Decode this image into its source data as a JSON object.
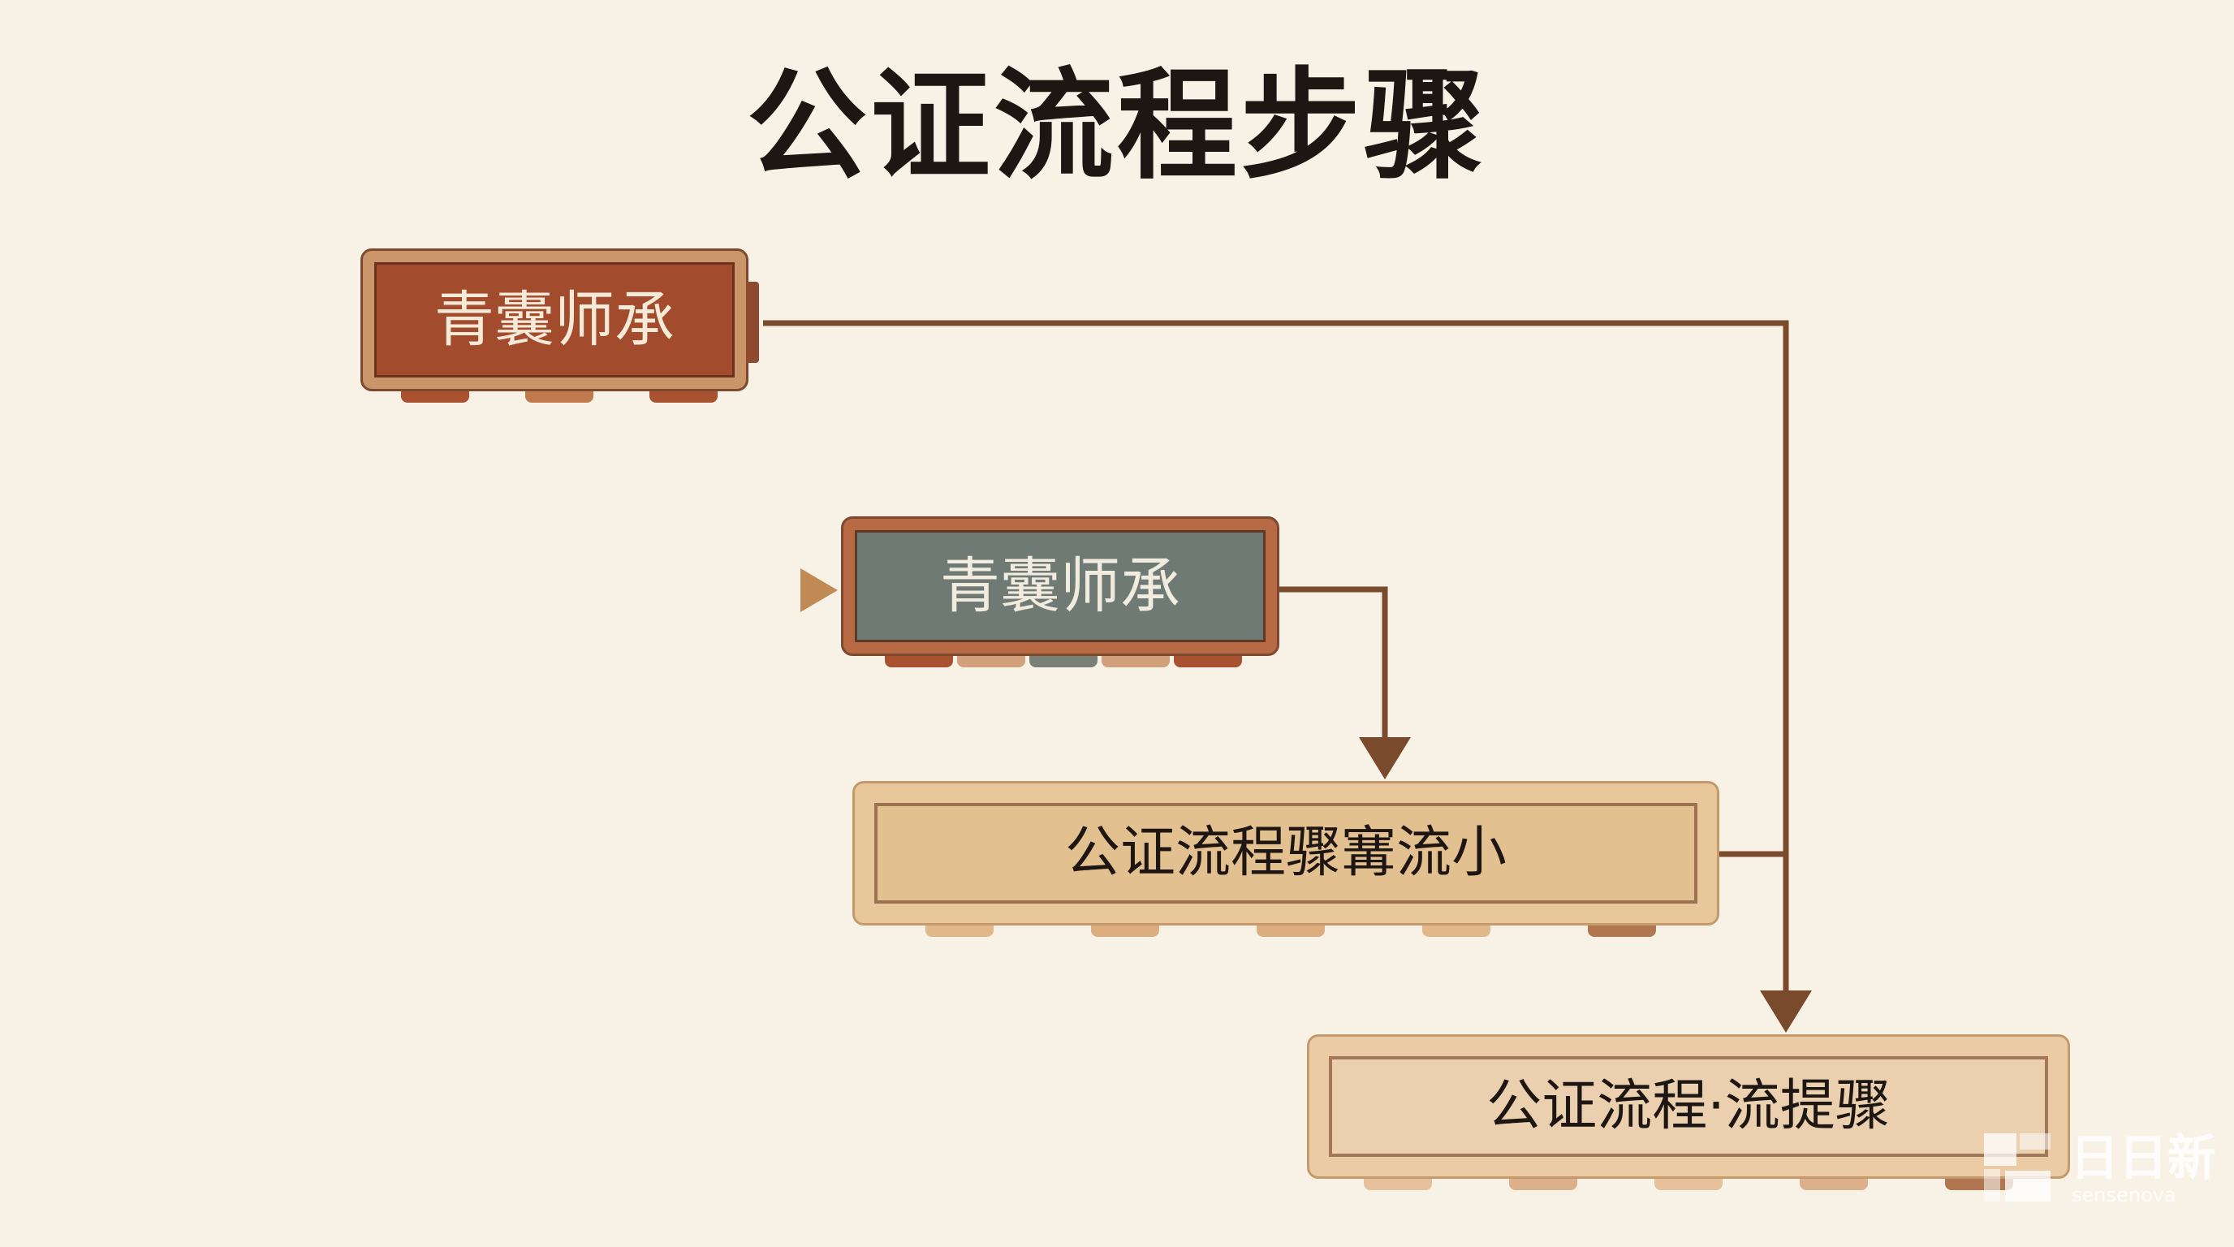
{
  "title": "公证流程步骤",
  "nodes": [
    {
      "id": "box1",
      "label": "青囊师承"
    },
    {
      "id": "box2",
      "label": "青囊师承"
    },
    {
      "id": "box3",
      "label": "公证流程骤㝤流小"
    },
    {
      "id": "box4",
      "label": "公证流程·流提骤"
    }
  ],
  "watermark": {
    "cn": "日日新",
    "en": "sensenova"
  },
  "colors": {
    "background": "#f8f2e6",
    "connector": "#7a4a2c",
    "node_brown": "#a24b2d",
    "node_grey": "#6f7a74",
    "node_tan": "#e2c08f"
  }
}
